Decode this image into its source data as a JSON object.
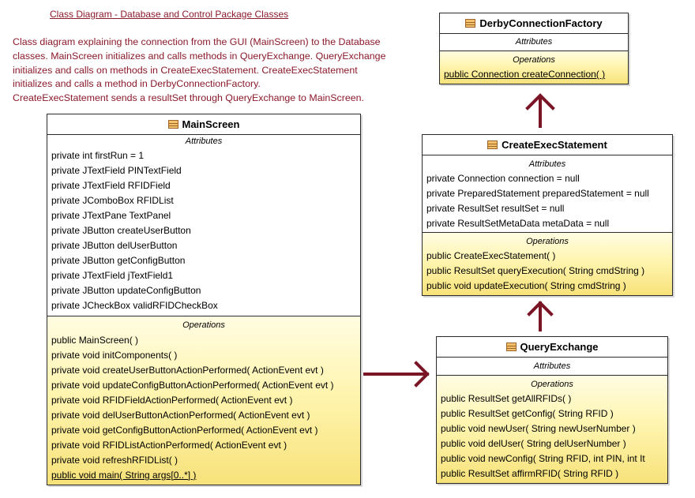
{
  "title": "Class Diagram - Database and Control Package Classes",
  "description": [
    "Class diagram explaining the connection from the GUI (MainScreen) to the Database",
    "classes. MainScreen initializes and calls methods in QueryExchange. QueryExchange",
    "initializes and calls on methods in CreateExecStatement. CreateExecStatement",
    "initializes and calls a method in DerbyConnectionFactory.",
    "CreateExecStatement sends a resultSet through QueryExchange to MainScreen."
  ],
  "section_labels": {
    "attributes": "Attributes",
    "operations": "Operations"
  },
  "colors": {
    "text": "#8b1a2b",
    "arrow": "#7a1526",
    "ops_fill": "#fff5b0"
  },
  "classes": {
    "derby": {
      "name": "DerbyConnectionFactory",
      "attributes": [],
      "operations": [
        "public Connection  createConnection(  )"
      ]
    },
    "main": {
      "name": "MainScreen",
      "attributes": [
        "private int firstRun = 1",
        "private JTextField PINTextField",
        "private JTextField RFIDField",
        "private JComboBox RFIDList",
        "private JTextPane TextPanel",
        "private JButton createUserButton",
        "private JButton delUserButton",
        "private JButton getConfigButton",
        "private JTextField jTextField1",
        "private JButton updateConfigButton",
        "private JCheckBox validRFIDCheckBox"
      ],
      "operations": [
        "public MainScreen(  )",
        "private void  initComponents(  )",
        "private void  createUserButtonActionPerformed( ActionEvent evt )",
        "private void  updateConfigButtonActionPerformed( ActionEvent evt )",
        "private void  RFIDFieldActionPerformed( ActionEvent evt )",
        "private void  delUserButtonActionPerformed( ActionEvent evt )",
        "private void  getConfigButtonActionPerformed( ActionEvent evt )",
        "private void  RFIDListActionPerformed( ActionEvent evt )",
        "private void  refreshRFIDList(  )",
        "public void  main( String args[0..*] )"
      ]
    },
    "create": {
      "name": "CreateExecStatement",
      "attributes": [
        "private Connection connection = null",
        "private PreparedStatement preparedStatement = null",
        "private ResultSet resultSet = null",
        "private ResultSetMetaData metaData = null"
      ],
      "operations": [
        "public CreateExecStatement(  )",
        "public ResultSet  queryExecution( String cmdString )",
        "public void  updateExecution( String cmdString )"
      ]
    },
    "query": {
      "name": "QueryExchange",
      "attributes": [],
      "operations": [
        "public ResultSet  getAllRFIDs(  )",
        "public ResultSet  getConfig( String RFID )",
        "public void  newUser( String newUserNumber )",
        "public void  delUser( String delUserNumber )",
        "public void  newConfig( String RFID, int PIN, int It",
        "public ResultSet  affirmRFID( String RFID )"
      ]
    }
  }
}
